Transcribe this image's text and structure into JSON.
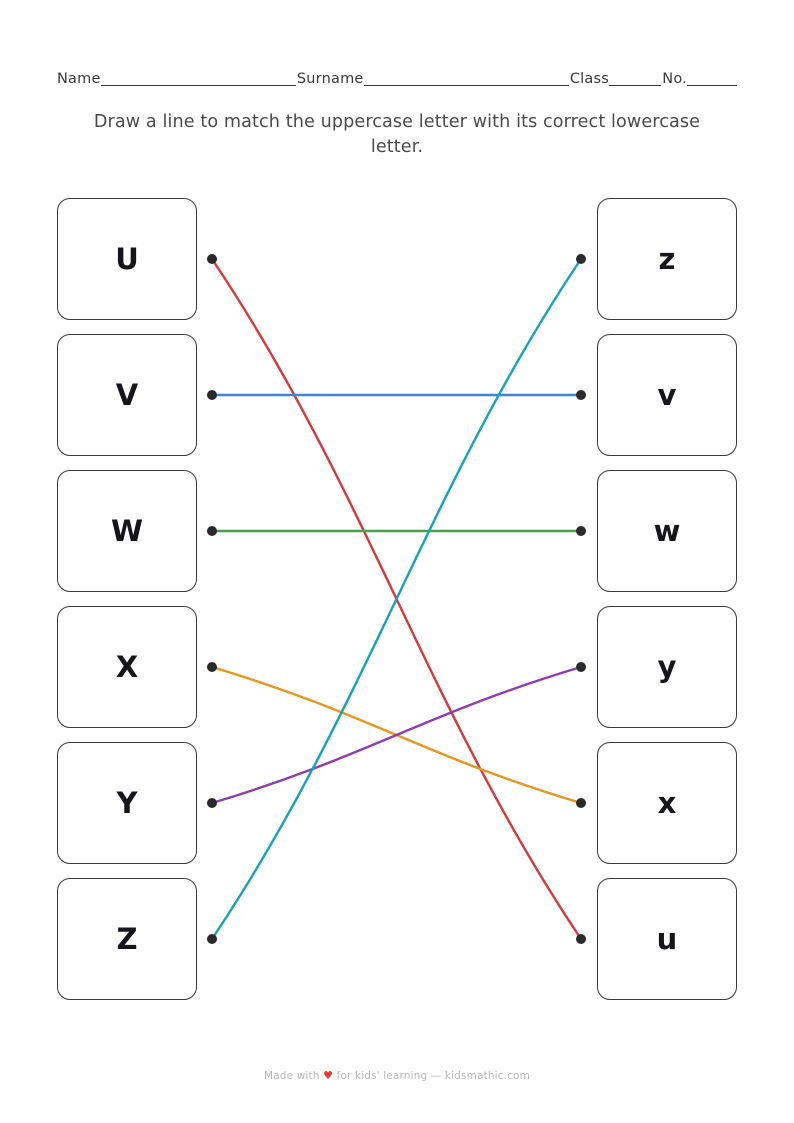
{
  "header": {
    "fields": [
      {
        "label": "Name"
      },
      {
        "label": "Surname"
      },
      {
        "label": "Class"
      },
      {
        "label": "No."
      }
    ]
  },
  "instruction": {
    "text": "Draw a line to match the uppercase letter with its correct lowercase letter."
  },
  "worksheet": {
    "left_column": [
      {
        "letter": "U"
      },
      {
        "letter": "V"
      },
      {
        "letter": "W"
      },
      {
        "letter": "X"
      },
      {
        "letter": "Y"
      },
      {
        "letter": "Z"
      }
    ],
    "right_column": [
      {
        "letter": "z"
      },
      {
        "letter": "v"
      },
      {
        "letter": "w"
      },
      {
        "letter": "y"
      },
      {
        "letter": "x"
      },
      {
        "letter": "u"
      }
    ],
    "connections": [
      {
        "from": "U",
        "to": "u",
        "color": "#d4393c",
        "from_index": 0,
        "to_index": 5,
        "curved": true
      },
      {
        "from": "V",
        "to": "v",
        "color": "#3c84d8",
        "from_index": 1,
        "to_index": 1,
        "curved": false
      },
      {
        "from": "W",
        "to": "w",
        "color": "#4a9e52",
        "from_index": 2,
        "to_index": 2,
        "curved": false
      },
      {
        "from": "X",
        "to": "x",
        "color": "#e8941e",
        "from_index": 3,
        "to_index": 4,
        "curved": true
      },
      {
        "from": "Y",
        "to": "y",
        "color": "#8e3daf",
        "from_index": 4,
        "to_index": 3,
        "curved": true
      },
      {
        "from": "Z",
        "to": "z",
        "color": "#17a2b8",
        "from_index": 5,
        "to_index": 0,
        "curved": true
      }
    ],
    "dot_color": "#2a2a2a"
  },
  "footer": {
    "prefix": "Made with",
    "heart": "♥",
    "suffix": "for kids' learning — kidsmathic.com"
  }
}
